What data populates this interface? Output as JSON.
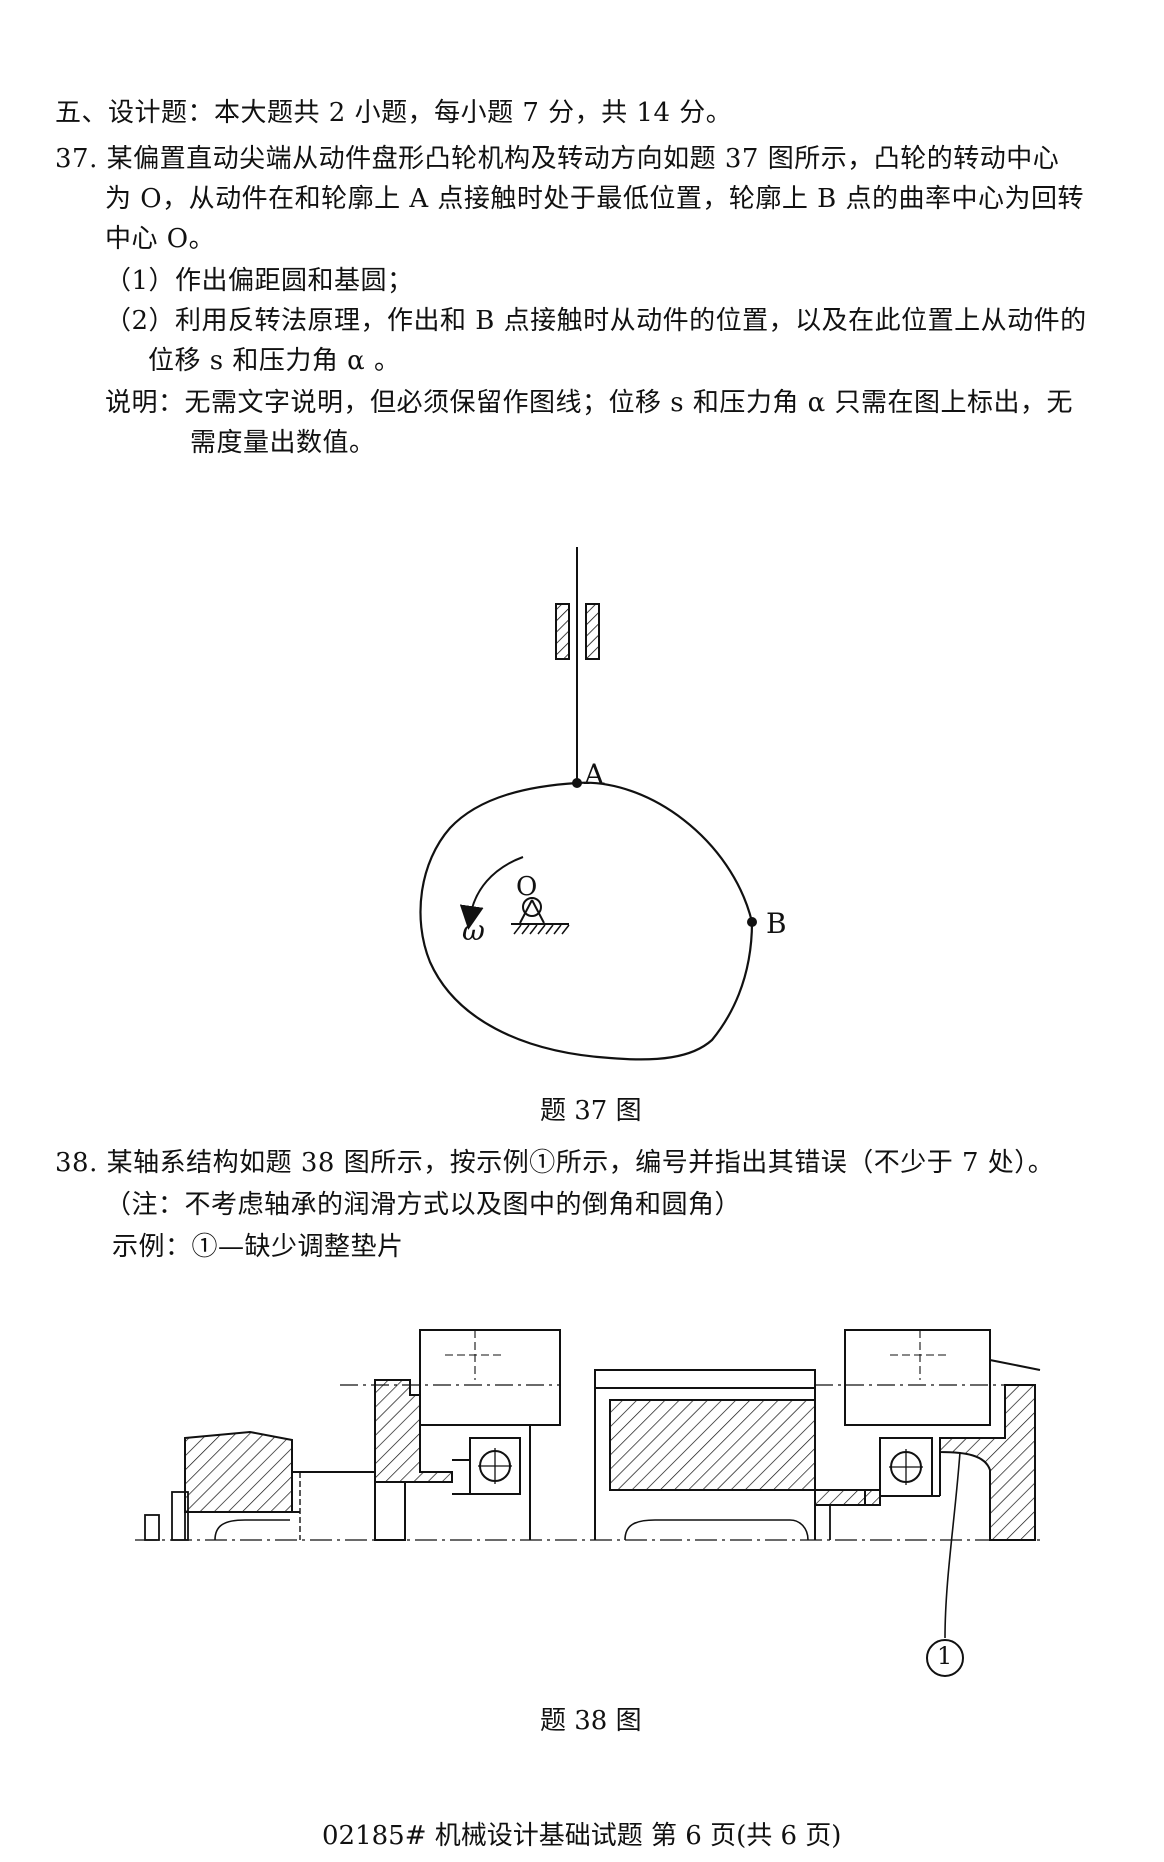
{
  "section_title": "五、设计题：本大题共 2 小题，每小题 7 分，共 14 分。",
  "q37": {
    "line1": "37. 某偏置直动尖端从动件盘形凸轮机构及转动方向如题 37 图所示，凸轮的转动中心",
    "line2": "为 O，从动件在和轮廓上 A 点接触时处于最低位置，轮廓上 B 点的曲率中心为回转",
    "line3": "中心 O。",
    "item1": "（1）作出偏距圆和基圆；",
    "item2_line1": "（2）利用反转法原理，作出和 B 点接触时从动件的位置，以及在此位置上从动件的",
    "item2_line2": "位移 s 和压力角 α 。",
    "note_line1": "说明：无需文字说明，但必须保留作图线；位移 s 和压力角 α 只需在图上标出，无",
    "note_line2": "需度量出数值。",
    "figure_caption": "题 37 图",
    "labels": {
      "A": "A",
      "B": "B",
      "O": "O",
      "omega": "ω"
    }
  },
  "q38": {
    "line1": "38. 某轴系结构如题 38 图所示，按示例①所示，编号并指出其错误（不少于 7 处）。",
    "line2": "（注：不考虑轴承的润滑方式以及图中的倒角和圆角）",
    "line3": "示例：①—缺少调整垫片",
    "figure_caption": "题 38 图",
    "callout": "1"
  },
  "footer": "02185# 机械设计基础试题 第 6 页(共 6 页)"
}
